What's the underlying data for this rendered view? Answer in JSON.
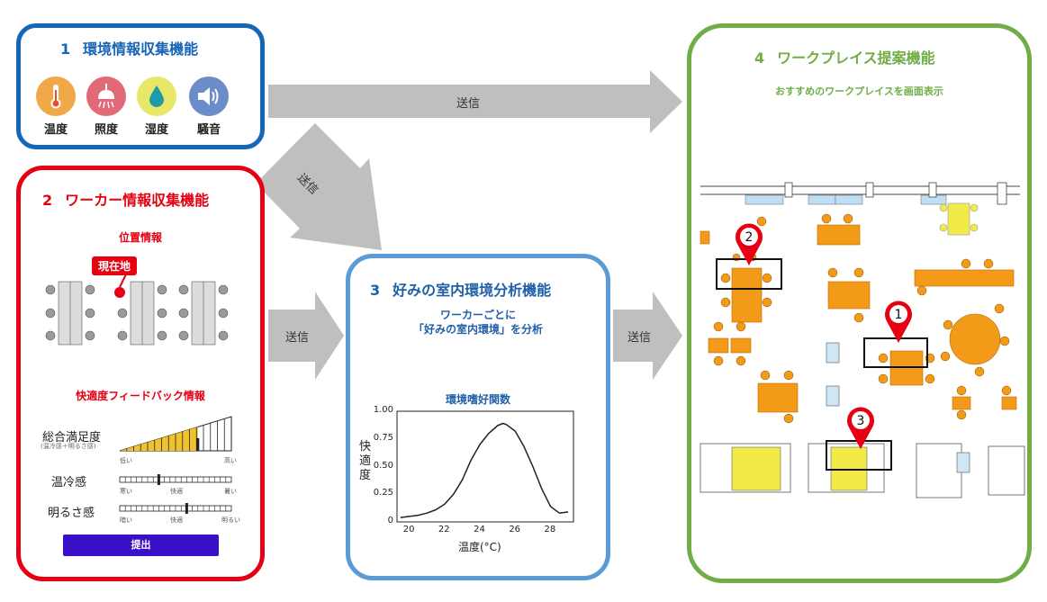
{
  "panel1": {
    "number": "1",
    "title": "環境情報収集機能",
    "sensors": [
      {
        "label": "温度",
        "icon": "thermometer-icon",
        "color": "#f0a848"
      },
      {
        "label": "照度",
        "icon": "lamp-icon",
        "color": "#e26a78"
      },
      {
        "label": "湿度",
        "icon": "water-drop-icon",
        "color": "#e9e76a"
      },
      {
        "label": "騒音",
        "icon": "speaker-icon",
        "color": "#6a8cc8"
      }
    ]
  },
  "panel2": {
    "number": "2",
    "title": "ワーカー情報収集機能",
    "location_label": "位置情報",
    "current_location": "現在地",
    "feedback_title": "快適度フィードバック情報",
    "overall_label": "総合満足度",
    "overall_sub": "(温冷感＋明るさ感)",
    "overall_low": "低い",
    "overall_high": "高い",
    "overall_level": 0.7,
    "thermal_label": "温冷感",
    "thermal_ticks": [
      "寒い",
      "快適",
      "暑い"
    ],
    "thermal_level": 0.35,
    "bright_label": "明るさ感",
    "bright_ticks": [
      "暗い",
      "快適",
      "明るい"
    ],
    "bright_level": 0.6,
    "submit_label": "提出"
  },
  "panel3": {
    "number": "3",
    "title": "好みの室内環境分析機能",
    "subtitle_line1": "ワーカーごとに",
    "subtitle_line2": "「好みの室内環境」を分析"
  },
  "panel4": {
    "number": "4",
    "title": "ワークプレイス提案機能",
    "subtitle": "おすすめのワークプレイスを画面表示",
    "markers": [
      "2",
      "1",
      "3"
    ]
  },
  "arrows": {
    "top": "送信",
    "diagonal": "送信",
    "left": "送信",
    "right": "送信"
  },
  "chart_data": {
    "type": "line",
    "title": "環境嗜好関数",
    "xlabel": "温度(°C)",
    "ylabel": "快適度",
    "xlim": [
      19.3,
      29.3
    ],
    "ylim": [
      0,
      1.0
    ],
    "xticks": [
      "20",
      "22",
      "24",
      "26",
      "28"
    ],
    "yticks": [
      "0",
      "0.25",
      "0.50",
      "0.75",
      "1.00"
    ],
    "x": [
      19.5,
      20.0,
      20.5,
      21.0,
      21.5,
      22.0,
      22.5,
      23.0,
      23.5,
      24.0,
      24.5,
      25.0,
      25.3,
      25.5,
      26.0,
      26.5,
      27.0,
      27.5,
      28.0,
      28.5,
      29.0
    ],
    "y": [
      0.04,
      0.05,
      0.06,
      0.08,
      0.11,
      0.16,
      0.25,
      0.38,
      0.56,
      0.7,
      0.8,
      0.87,
      0.89,
      0.88,
      0.82,
      0.68,
      0.5,
      0.3,
      0.14,
      0.08,
      0.09
    ]
  }
}
